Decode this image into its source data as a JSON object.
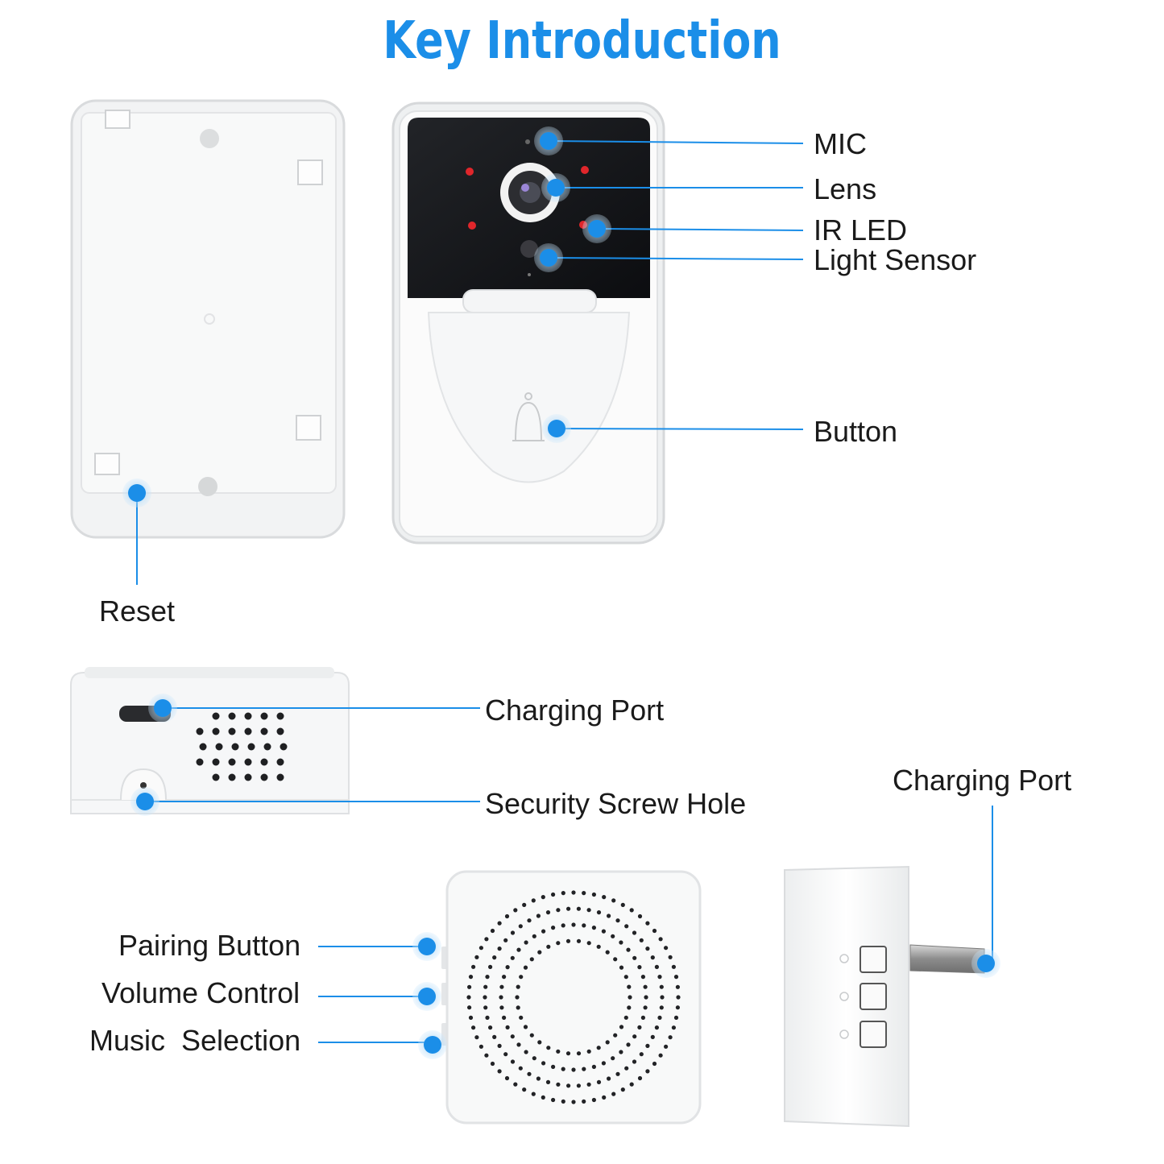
{
  "title": "Key Introduction",
  "accent_color": "#1b8ee8",
  "labels": {
    "mic": "MIC",
    "lens": "Lens",
    "ir_led": "IR LED",
    "light_sensor": "Light Sensor",
    "button": "Button",
    "reset": "Reset",
    "charging_port": "Charging Port",
    "security_screw_hole": "Security Screw Hole",
    "charging_port_plug": "Charging Port",
    "pairing_button": "Pairing Button",
    "volume_control": "Volume Control",
    "music_selection": "Music  Selection"
  }
}
